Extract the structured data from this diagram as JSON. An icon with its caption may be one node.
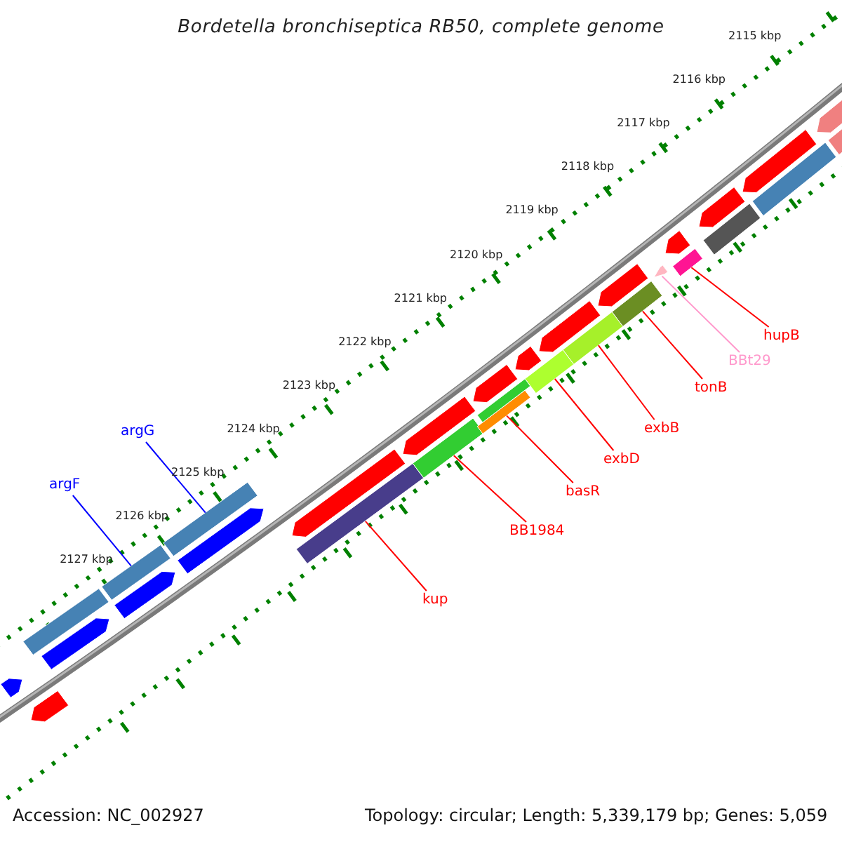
{
  "diagram": {
    "title": "Bordetella bronchiseptica RB50, complete genome",
    "nodes": [
      {
        "text": [
          "argG"
        ]
      },
      {
        "text": [
          "argF"
        ]
      },
      {
        "text": [
          "kup"
        ]
      },
      {
        "text": [
          "BB1984"
        ]
      },
      {
        "text": [
          "basR"
        ]
      },
      {
        "text": [
          "exbD"
        ]
      },
      {
        "text": [
          "exbB"
        ]
      },
      {
        "text": [
          "tonB"
        ]
      },
      {
        "text": [
          "BBt29"
        ]
      },
      {
        "text": [
          "hupB"
        ]
      },
      {
        "text": [],
        "shape": "bar"
      },
      {
        "text": [],
        "shape": "bar"
      },
      {
        "text": [],
        "shape": "bar"
      },
      {
        "text": [],
        "shape": "bar"
      },
      {
        "text": [],
        "shape": "bar"
      },
      {
        "text": [],
        "shape": "bar"
      },
      {
        "text": [],
        "shape": "bar"
      },
      {
        "text": [],
        "shape": "bar"
      },
      {
        "text": [],
        "shape": "bar"
      },
      {
        "text": [],
        "shape": "bar"
      },
      {
        "text": [],
        "shape": "bar"
      },
      {
        "text": [],
        "shape": "bar"
      },
      {
        "text": [],
        "shape": "bar"
      },
      {
        "text": [],
        "shape": "bar"
      },
      {
        "text": [],
        "shape": "bar"
      },
      {
        "text": [],
        "shape": "bar"
      },
      {
        "text": [],
        "shape": "bar"
      },
      {
        "text": [],
        "shape": "bar"
      },
      {
        "text": [],
        "shape": "bar"
      },
      {
        "text": [],
        "shape": "bar"
      },
      {
        "text": [],
        "shape": "bar"
      },
      {
        "text": [],
        "shape": "bar"
      },
      {
        "text": [],
        "shape": "bar"
      },
      {
        "text": [],
        "shape": "bar"
      },
      {
        "text": [],
        "shape": "bar"
      },
      {
        "text": [],
        "shape": "bar"
      },
      {
        "text": [],
        "shape": "bar"
      },
      {
        "text": [],
        "shape": "bar"
      },
      {
        "text": [],
        "shape": "bar"
      },
      {
        "text": [],
        "shape": "bar"
      }
    ],
    "edges": [
      {
        "from": 0,
        "to": 10,
        "arrow": "none",
        "color": "#0000ff"
      },
      {
        "from": 1,
        "to": 11,
        "arrow": "none",
        "color": "#0000ff"
      },
      {
        "from": 2,
        "to": 12,
        "arrow": "none"
      },
      {
        "from": 3,
        "to": 13,
        "arrow": "none"
      },
      {
        "from": 4,
        "to": 14,
        "arrow": "none"
      },
      {
        "from": 5,
        "to": 15,
        "arrow": "none"
      },
      {
        "from": 6,
        "to": 16,
        "arrow": "none"
      },
      {
        "from": 7,
        "to": 17,
        "arrow": "none"
      },
      {
        "from": 8,
        "to": 18,
        "arrow": "none",
        "color": "#ff99cc"
      },
      {
        "from": 9,
        "to": 19,
        "arrow": "none"
      }
    ],
    "labels": [
      "2115 kbp",
      "2116 kbp",
      "2117 kbp",
      "2118 kbp",
      "2119 kbp",
      "2120 kbp",
      "2121 kbp",
      "2122 kbp",
      "2123 kbp",
      "2124 kbp",
      "2125 kbp",
      "2126 kbp",
      "2127 kbp",
      "Accession: NC_002927",
      "Topology: circular; Length: 5,339,179 bp; Genes: 5,059"
    ]
  }
}
